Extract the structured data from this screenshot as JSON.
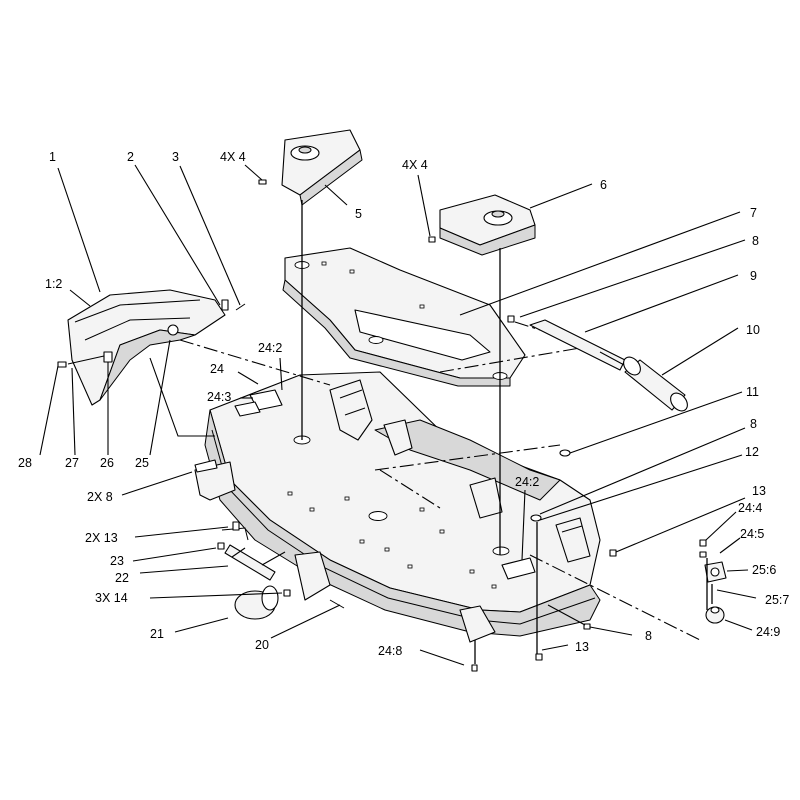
{
  "callouts": {
    "c1": "1",
    "c1_2": "1:2",
    "c2": "2",
    "c3": "3",
    "c4x4a": "4X 4",
    "c4x4b": "4X 4",
    "c5": "5",
    "c6": "6",
    "c7": "7",
    "c8a": "8",
    "c8b": "8",
    "c8c": "8",
    "c9": "9",
    "c10": "10",
    "c11": "11",
    "c12": "12",
    "c13a": "13",
    "c13b": "13",
    "c2x13": "2X 13",
    "c2x8": "2X 8",
    "c3x14": "3X 14",
    "c20": "20",
    "c21": "21",
    "c22": "22",
    "c23": "23",
    "c24": "24",
    "c24_2a": "24:2",
    "c24_2b": "24:2",
    "c24_3": "24:3",
    "c24_4": "24:4",
    "c24_5": "24:5",
    "c24_8": "24:8",
    "c24_9": "24:9",
    "c25": "25",
    "c25_6": "25:6",
    "c25_7": "25:7",
    "c26": "26",
    "c27": "27",
    "c28": "28"
  }
}
